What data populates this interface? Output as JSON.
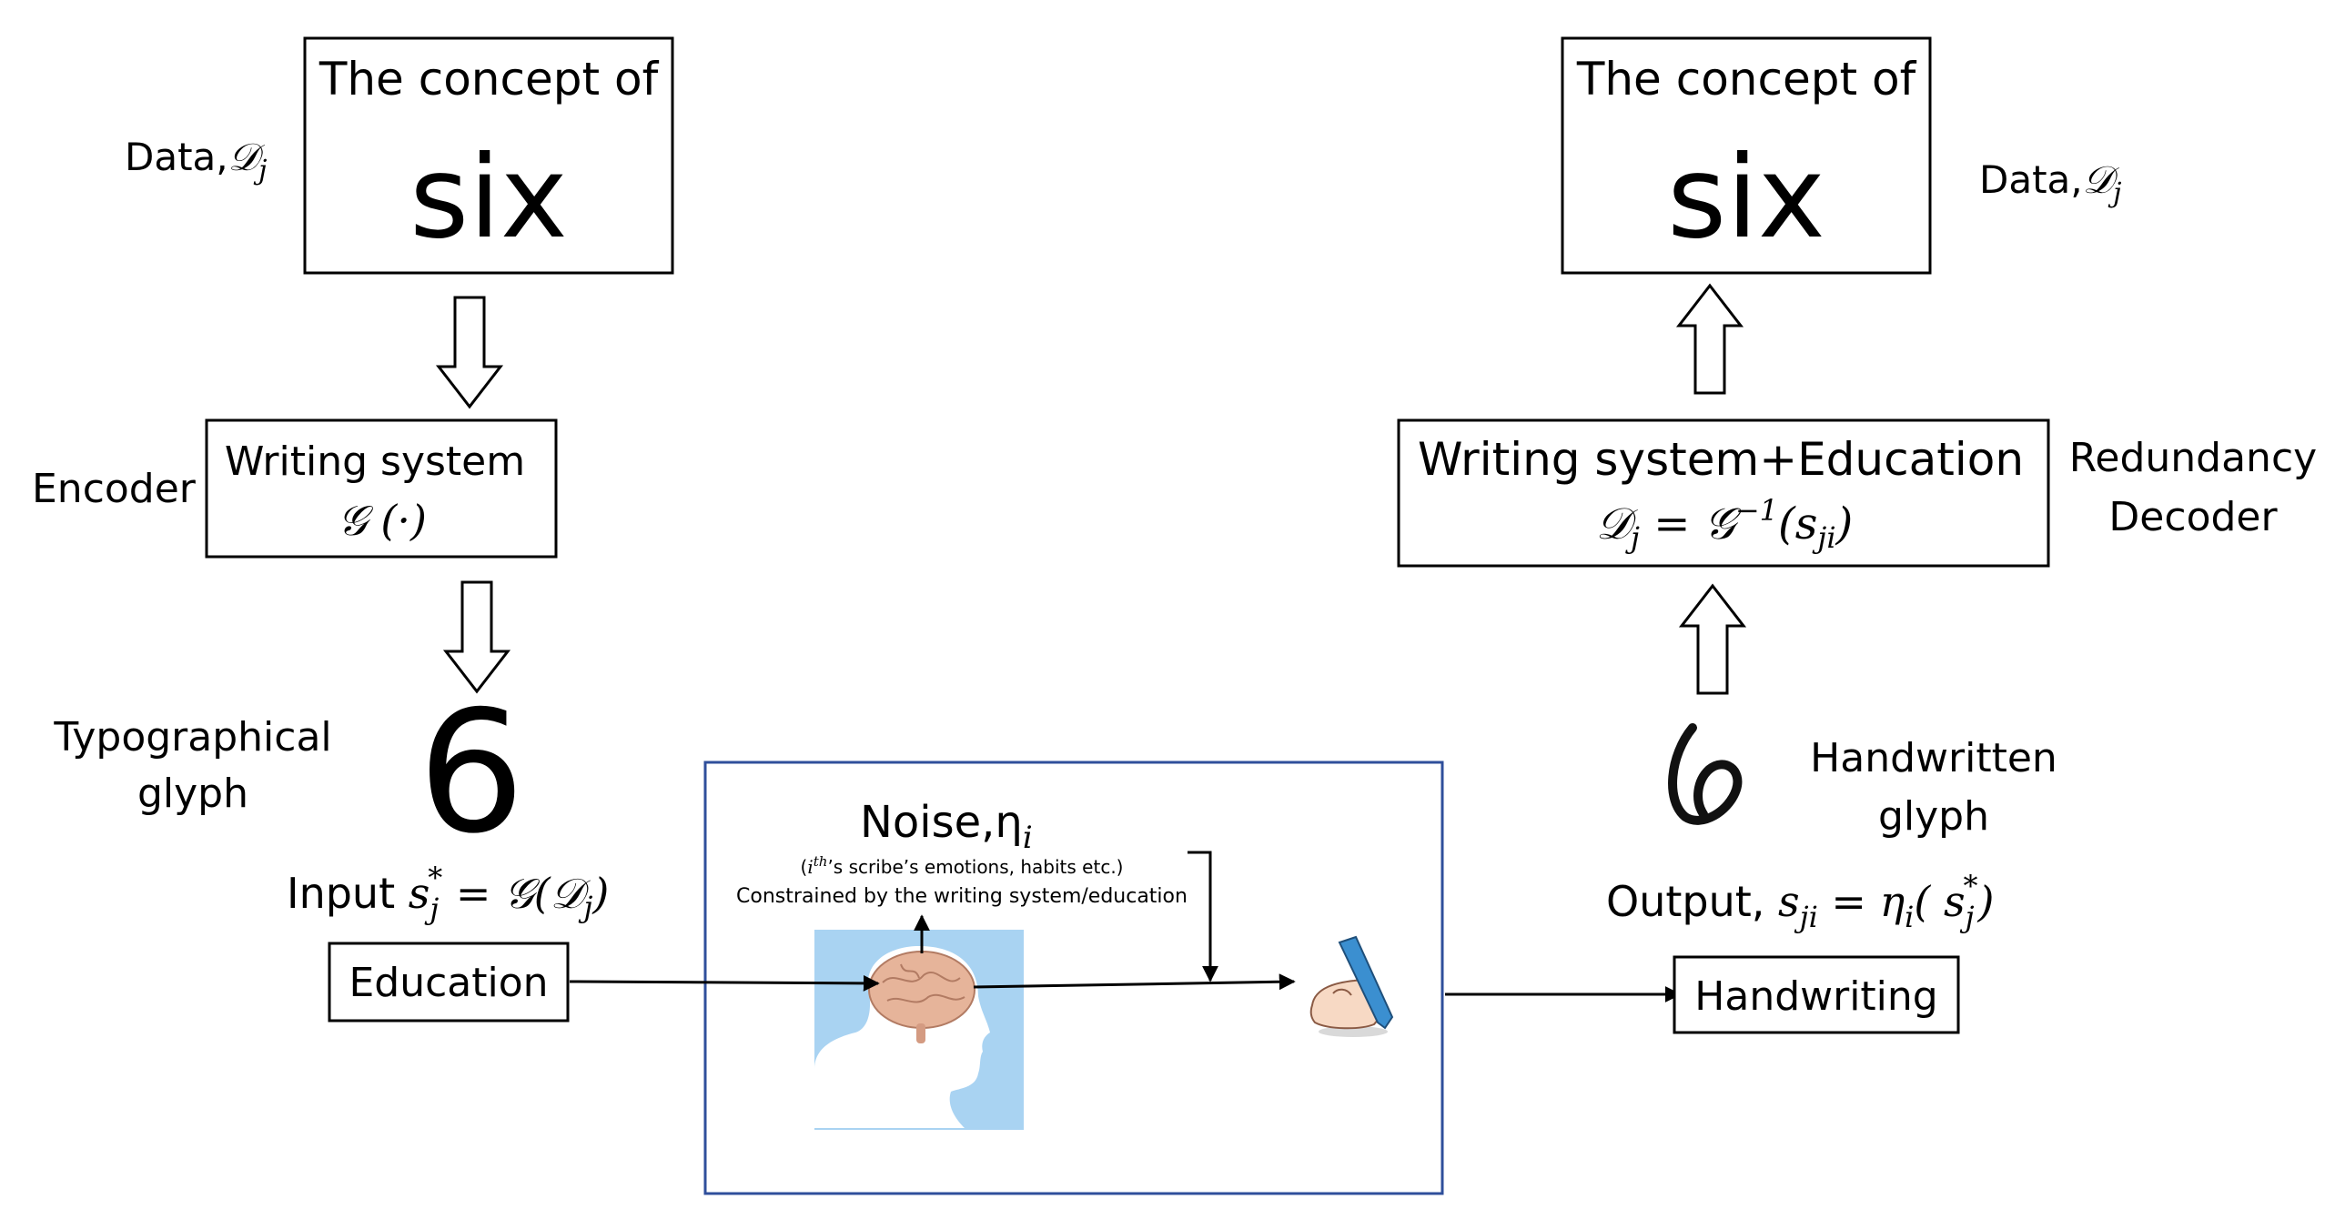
{
  "left_column": {
    "concept_box": {
      "line1": "The concept of",
      "word": "six"
    },
    "data_label": {
      "prefix": "Data,",
      "symbol": "𝒟",
      "subscript": "j"
    },
    "encoder_label": "Encoder",
    "writing_box": {
      "line1": "Writing system",
      "formula": "𝒢 (·)"
    },
    "typographical_label": {
      "line1": "Typographical",
      "line2": "glyph"
    },
    "glyph": "6",
    "input_label": {
      "prefix": "Input ",
      "var": "s",
      "sub": "j",
      "sup": "*",
      "rhs": " = 𝒢(𝒟",
      "rhs_sub": "j",
      "rhs_close": ")"
    },
    "education_box": "Education"
  },
  "noise_panel": {
    "title": {
      "prefix": "Noise,η",
      "sub": "i"
    },
    "note_line1": {
      "sup": "i",
      "sup2": "th",
      "rest": "’s scribe’s emotions, habits etc.)",
      "open": "("
    },
    "note_line2": "Constrained by the writing system/education",
    "head_icon": "head-silhouette-with-brain-icon",
    "hand_icon": "hand-writing-with-pen-icon"
  },
  "right_column": {
    "concept_box": {
      "line1": "The concept of",
      "word": "six"
    },
    "data_label": {
      "prefix": "Data,",
      "symbol": "𝒟",
      "subscript": "j"
    },
    "decoder_box": {
      "line1": "Writing system+Education",
      "lhs": "𝒟",
      "lhs_sub": "j",
      "eq": " = 𝒢",
      "inv": "−1",
      "arg": "(s",
      "arg_sub": "ji",
      "close": ")"
    },
    "decoder_label": {
      "line1": "Redundancy",
      "line2": "Decoder"
    },
    "handwritten_label": {
      "line1": "Handwritten",
      "line2": "glyph"
    },
    "output_label": {
      "prefix": "Output, ",
      "var": "s",
      "sub": "ji",
      "eq": " = η",
      "eta_sub": "i",
      "open": "( s",
      "s_sub": "j",
      "s_sup": "*",
      "close": ")"
    },
    "handwriting_box": "Handwriting"
  },
  "colors": {
    "panel_border": "#2f4f9b",
    "head_background": "#a9d3f2",
    "head_silhouette": "#ffffff",
    "brain": "#e6b49a",
    "pen": "#3b8fd0",
    "skin": "#f7d9c4"
  }
}
